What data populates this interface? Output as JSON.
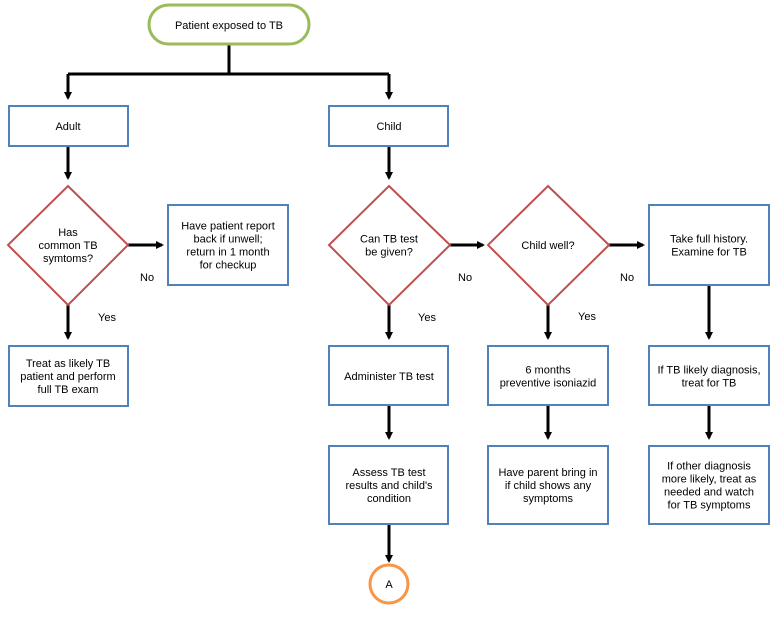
{
  "colors": {
    "box_stroke": "#4F81BD",
    "diamond_stroke": "#C0504D",
    "start_stroke": "#9BBB59",
    "connector_stroke": "#F79646",
    "arrow": "#000000"
  },
  "nodes": {
    "start": {
      "lines": [
        "Patient exposed to TB"
      ]
    },
    "adult": {
      "lines": [
        "Adult"
      ]
    },
    "child": {
      "lines": [
        "Child"
      ]
    },
    "adult_symptoms": {
      "lines": [
        "Has",
        "common TB",
        "symtoms?"
      ]
    },
    "report_back": {
      "lines": [
        "Have patient report",
        "back if unwell;",
        "return in 1 month",
        "for checkup"
      ]
    },
    "treat_adult": {
      "lines": [
        "Treat as likely TB",
        "patient and perform",
        "full TB exam"
      ]
    },
    "can_test": {
      "lines": [
        "Can TB test",
        "be given?"
      ]
    },
    "child_well": {
      "lines": [
        "Child well?"
      ]
    },
    "full_history": {
      "lines": [
        "Take full history.",
        "Examine for TB"
      ]
    },
    "administer": {
      "lines": [
        "Administer TB test"
      ]
    },
    "isoniazid": {
      "lines": [
        "6 months",
        "preventive isoniazid"
      ]
    },
    "likely_treat": {
      "lines": [
        "If TB likely diagnosis,",
        "treat for TB"
      ]
    },
    "assess": {
      "lines": [
        "Assess TB test",
        "results and child's",
        "condition"
      ]
    },
    "parent_bring": {
      "lines": [
        "Have parent bring in",
        "if child shows any",
        "symptoms"
      ]
    },
    "other_diag": {
      "lines": [
        "If other diagnosis",
        "more likely, treat as",
        "needed and watch",
        "for TB symptoms"
      ]
    },
    "connector_a": {
      "lines": [
        "A"
      ]
    }
  },
  "edge_labels": {
    "adult_no": "No",
    "adult_yes": "Yes",
    "test_no": "No",
    "test_yes": "Yes",
    "well_no": "No",
    "well_yes": "Yes"
  }
}
